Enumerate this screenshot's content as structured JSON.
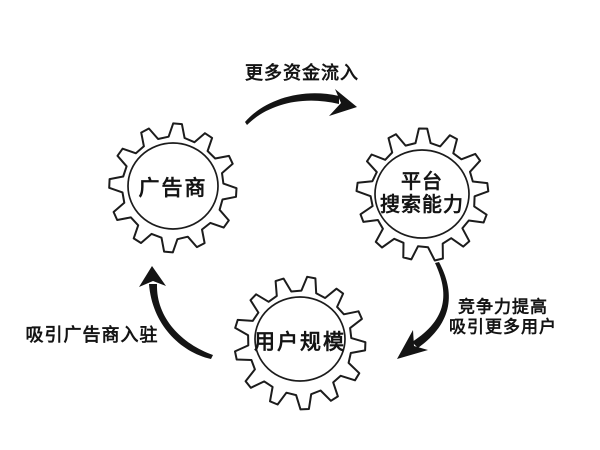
{
  "diagram": {
    "background_color": "#ffffff",
    "ink_color": "#141414",
    "nodes": [
      {
        "id": "advertisers",
        "lines": [
          "广告商"
        ]
      },
      {
        "id": "platform-search-capability",
        "lines": [
          "平台",
          "搜索能力"
        ]
      },
      {
        "id": "user-scale",
        "lines": [
          "用户规模"
        ]
      }
    ],
    "edges": [
      {
        "from": "advertisers",
        "to": "platform-search-capability",
        "lines": [
          "更多资金流入"
        ]
      },
      {
        "from": "platform-search-capability",
        "to": "user-scale",
        "lines": [
          "竞争力提高",
          "吸引更多用户"
        ]
      },
      {
        "from": "user-scale",
        "to": "advertisers",
        "lines": [
          "吸引广告商入驻"
        ]
      }
    ]
  }
}
